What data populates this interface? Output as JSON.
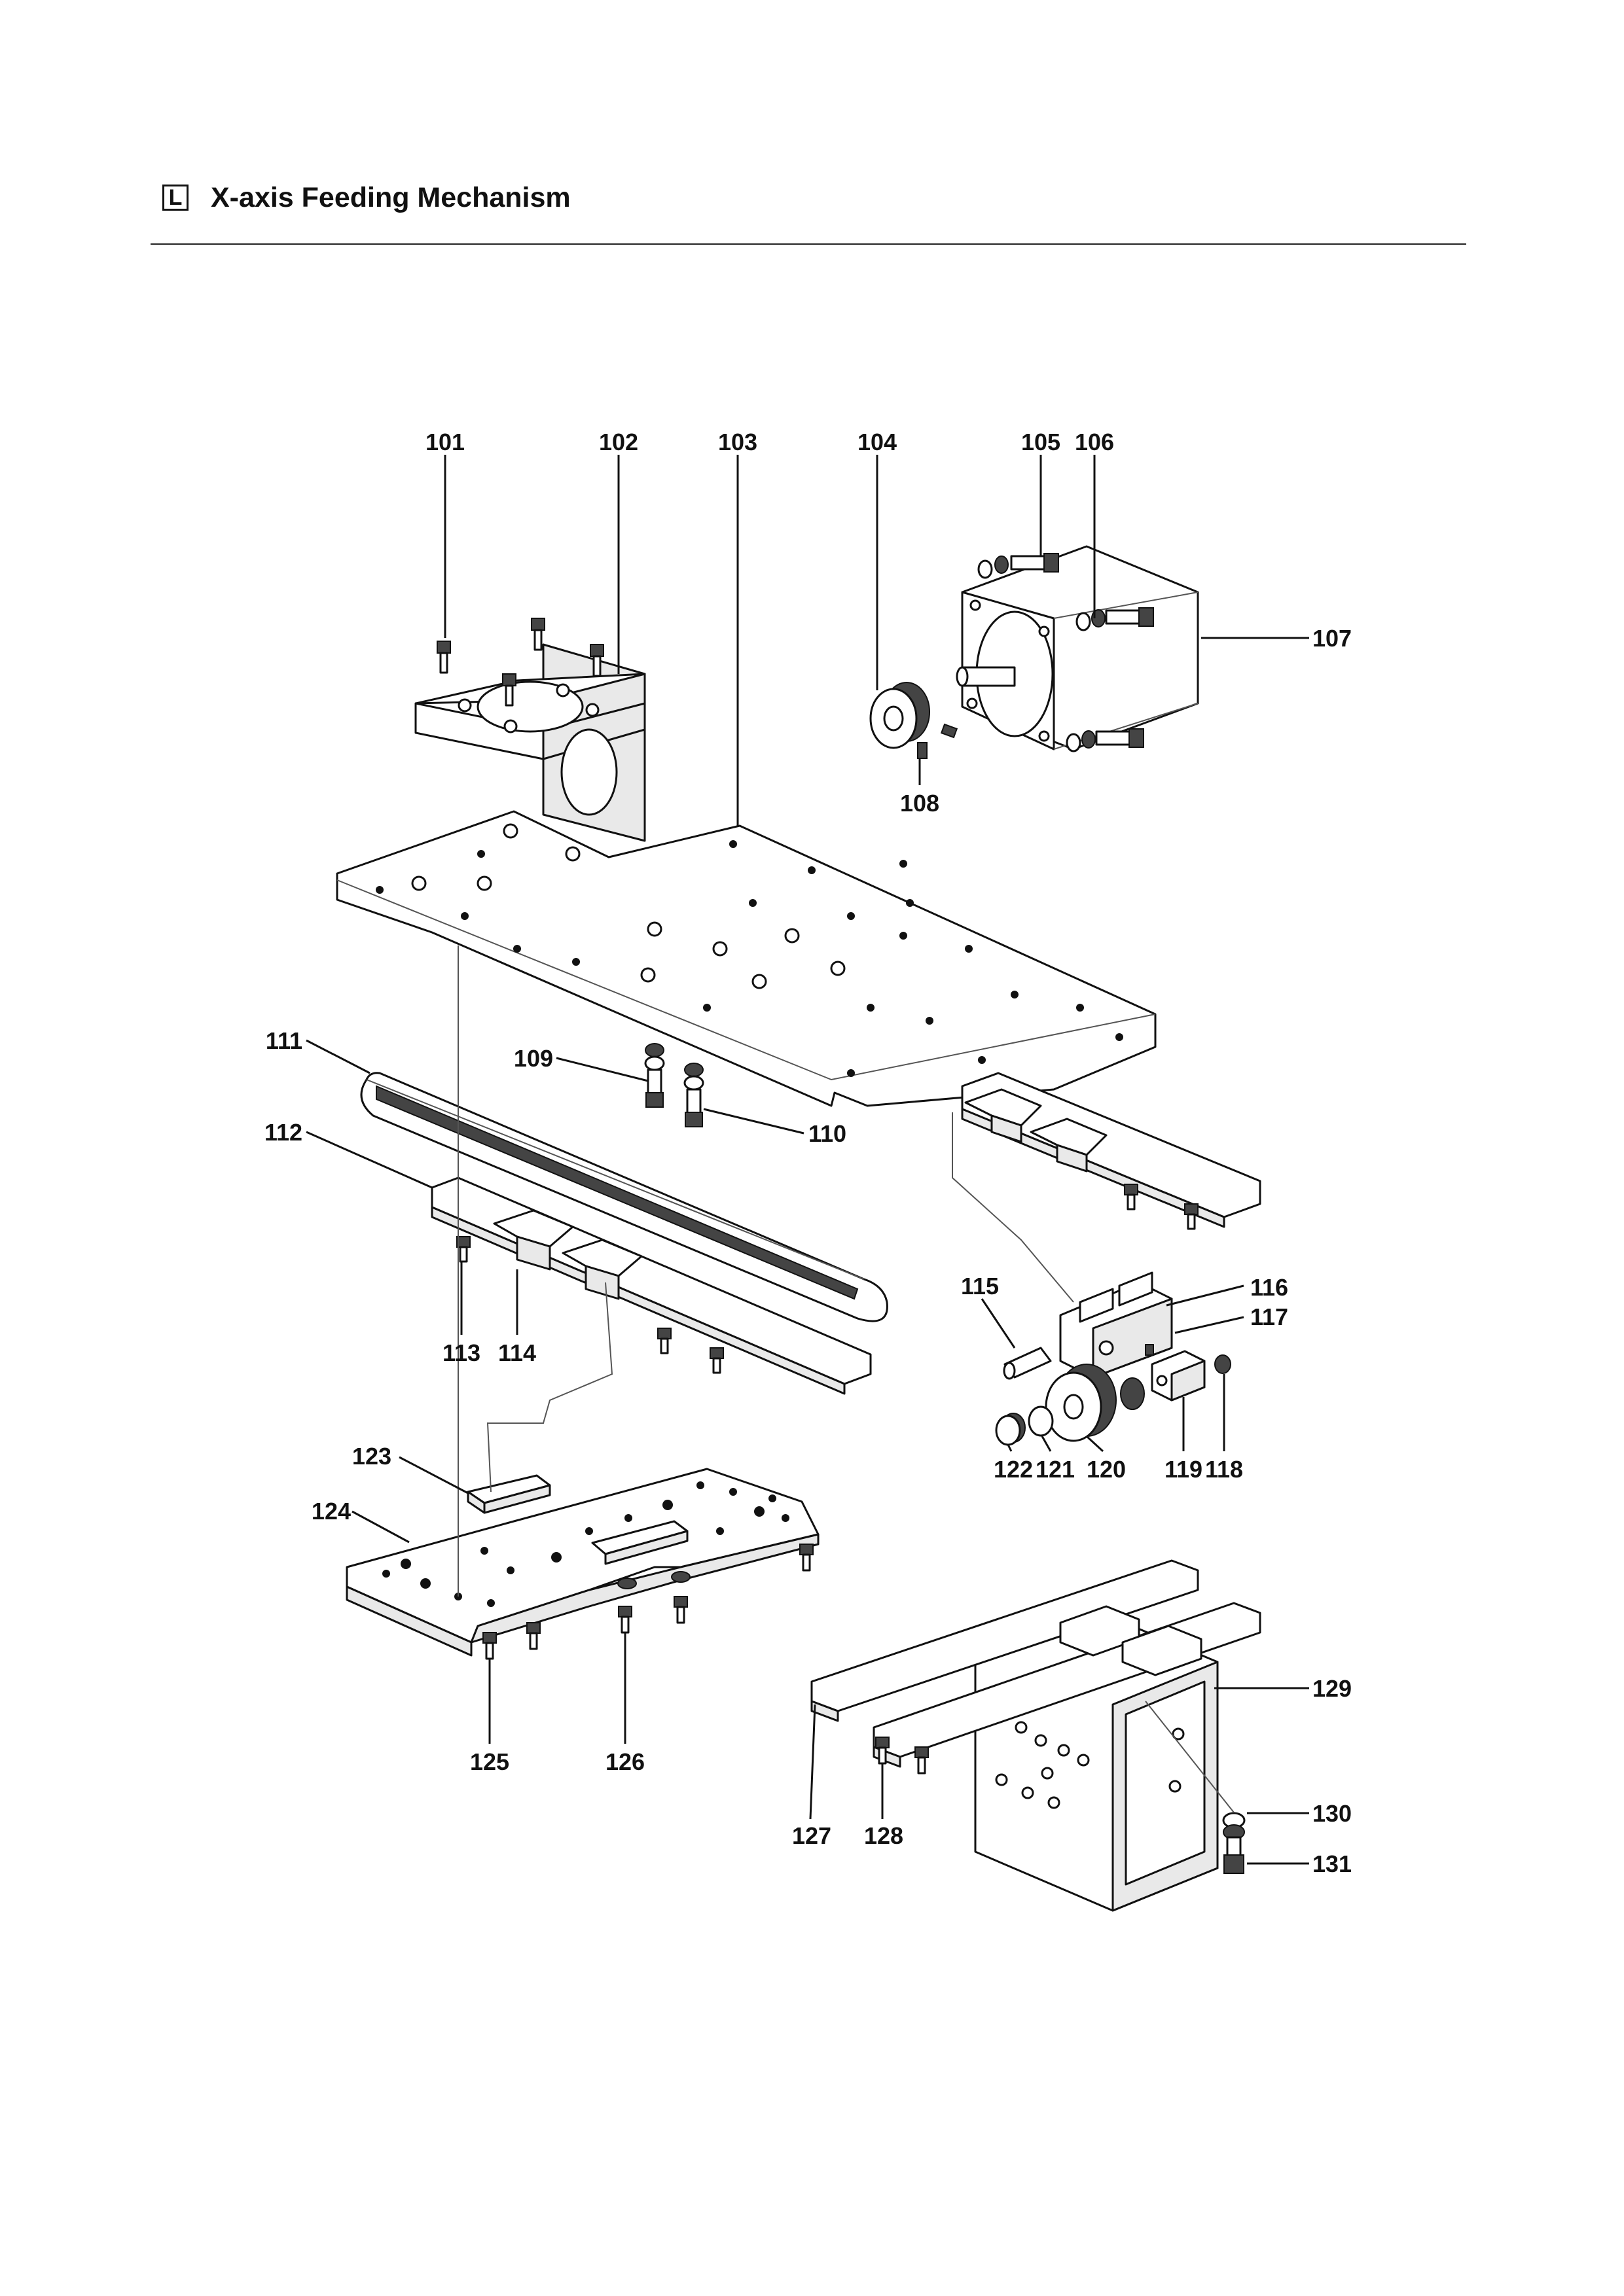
{
  "header": {
    "section_letter": "L",
    "title": "X-axis Feeding Mechanism"
  },
  "part_labels": {
    "p101": "101",
    "p102": "102",
    "p103": "103",
    "p104": "104",
    "p105": "105",
    "p106": "106",
    "p107": "107",
    "p108": "108",
    "p109": "109",
    "p110": "110",
    "p111": "111",
    "p112": "112",
    "p113": "113",
    "p114": "114",
    "p115": "115",
    "p116": "116",
    "p117": "117",
    "p118": "118",
    "p119": "119",
    "p120": "120",
    "p121": "121",
    "p122": "122",
    "p123": "123",
    "p124": "124",
    "p125": "125",
    "p126": "126",
    "p127": "127",
    "p128": "128",
    "p129": "129",
    "p130": "130",
    "p131": "131"
  }
}
